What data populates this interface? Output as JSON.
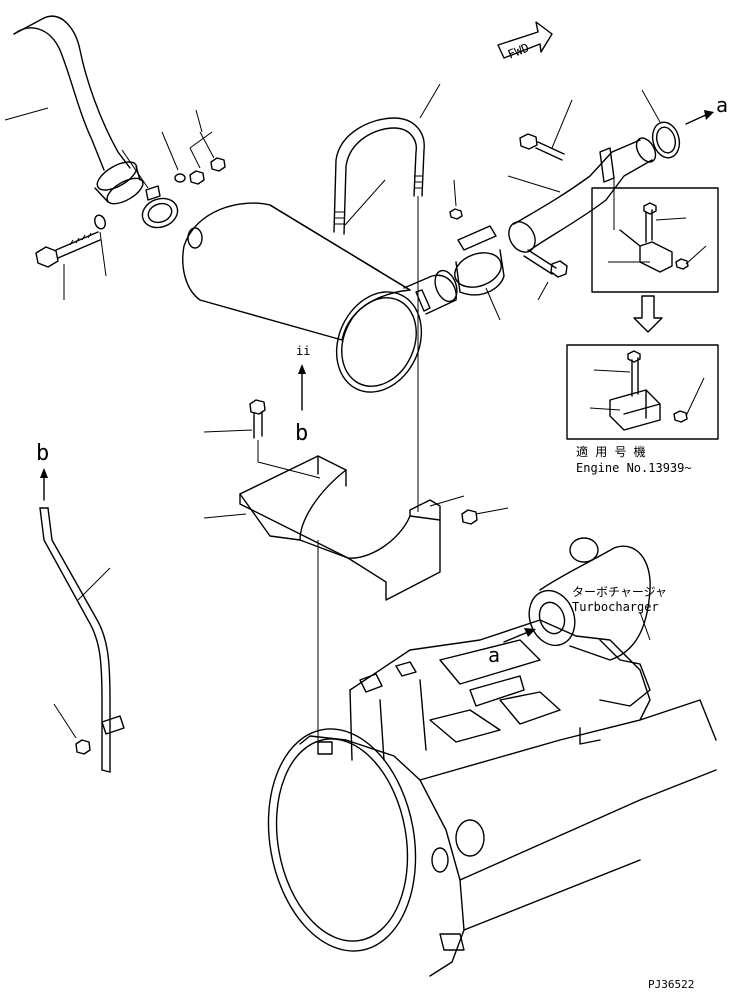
{
  "diagram": {
    "fwd_label": "FWD",
    "arrow_label_a": "a",
    "arrow_label_b": "b",
    "applicable_title": "適 用 号 機",
    "applicable_engine": "Engine No.13939~",
    "turbo_jp": "ターボチャージャ",
    "turbo_en": "Turbocharger",
    "drawing_number": "PJ36522"
  }
}
